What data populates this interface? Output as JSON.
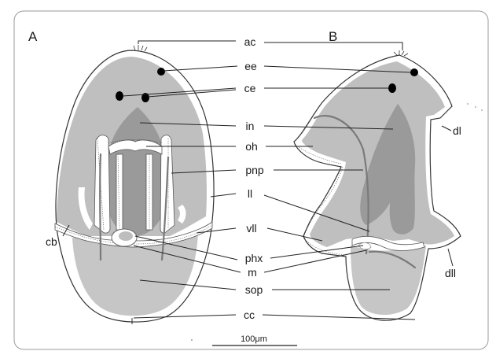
{
  "panels": {
    "a": "A",
    "b": "B"
  },
  "labels": {
    "ac": "ac",
    "ee": "ee",
    "ce": "ce",
    "in": "in",
    "oh": "oh",
    "pnp": "pnp",
    "ll": "ll",
    "vll": "vll",
    "phx": "phx",
    "m": "m",
    "sop": "sop",
    "cc": "cc",
    "cb": "cb",
    "dl": "dl",
    "dll": "dll"
  },
  "scale_bar": {
    "label": "100μm"
  },
  "colors": {
    "body_fill": "#ffffff",
    "lobe_fill": "#bcbcbc",
    "gut_fill": "#9c9c9c",
    "lower_fill": "#c8c8c8",
    "eye": "#000000"
  }
}
